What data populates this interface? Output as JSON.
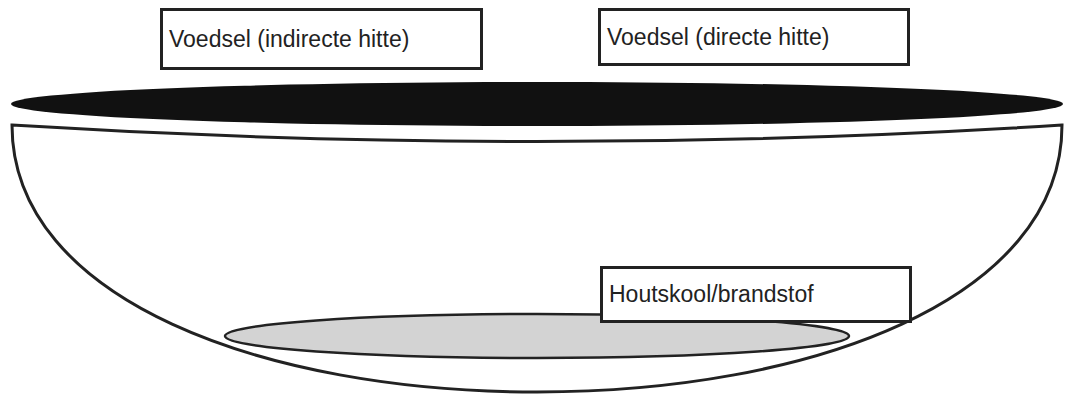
{
  "diagram": {
    "nodes": [
      {
        "text": [
          "Voedsel (indirecte hitte)"
        ]
      },
      {
        "text": [
          "Voedsel (directe hitte)"
        ]
      },
      {
        "text": [
          "Houtskool/brandstof"
        ]
      }
    ]
  }
}
